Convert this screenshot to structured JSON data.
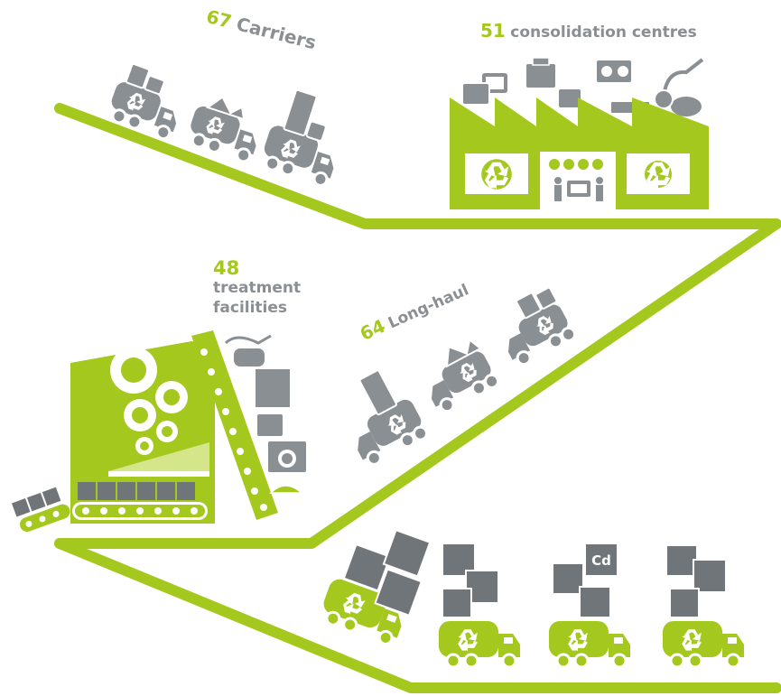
{
  "colors": {
    "green": "#a5c81e",
    "grey": "#8a8f94",
    "dark": "#707579",
    "white": "#ffffff"
  },
  "stages": {
    "carriers": {
      "count": "67",
      "label": "Carriers"
    },
    "consolidation": {
      "count": "51",
      "label": "consolidation centres"
    },
    "treatment": {
      "count": "48",
      "label_line1": "treatment",
      "label_line2": "facilities"
    },
    "longhaul": {
      "count": "64",
      "label": "Long-haul"
    }
  },
  "material_labels": {
    "cadmium": "Cd"
  },
  "icons": [
    "recycle-icon",
    "truck-icon",
    "tv-icon",
    "printer-icon",
    "vacuum-icon",
    "washing-machine-icon",
    "fridge-icon",
    "gear-icon",
    "conveyor-icon",
    "battery-icon",
    "plug-icon",
    "wrench-icon"
  ]
}
